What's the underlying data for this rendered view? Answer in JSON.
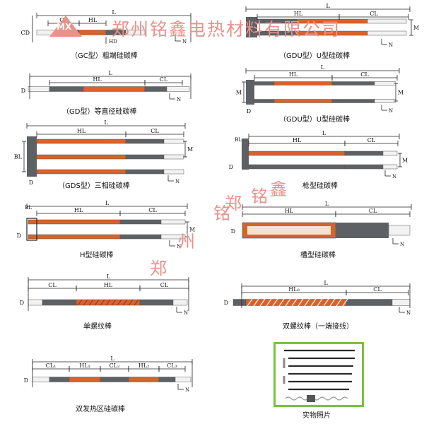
{
  "watermark": {
    "banner": "郑州铭鑫电热材料有限公司",
    "chars": [
      "郑",
      "州",
      "铭",
      "鑫"
    ],
    "logo": "MX"
  },
  "captions": {
    "gc": "（GC型）粗端硅碳棒",
    "gdu1": "（GDU型）U型硅碳棒",
    "gd": "（GD型）等直径硅碳棒",
    "gdu2": "（GDU型）U型硅碳棒",
    "gds": "（GDS型）三相硅碳棒",
    "gun": "枪型硅碳棒",
    "h": "H型硅碳棒",
    "trough": "槽型硅碳棒",
    "single_spiral": "单螺纹棒",
    "double_spiral": "双螺纹棒（一端接线）",
    "dual_hot": "双发热区硅碳棒",
    "photo": "实物照片"
  },
  "labels": {
    "L": "L",
    "CL": "CL",
    "HL": "HL",
    "HD": "HD",
    "CD": "CD",
    "D": "D",
    "N": "N",
    "M": "M",
    "BL": "BL",
    "HLo": "HL₀",
    "CL1": "CL₁",
    "HL1": "HL₁",
    "CL2": "CL₂",
    "HL2": "HL₂",
    "CL3": "CL₃"
  },
  "colors": {
    "hot_zone": "#d9622b",
    "cold_zone": "#5e6164",
    "terminal": "#f2f2f2",
    "line": "#222222",
    "watermark": "#e8928a",
    "photo_frame": "#7bc043"
  }
}
